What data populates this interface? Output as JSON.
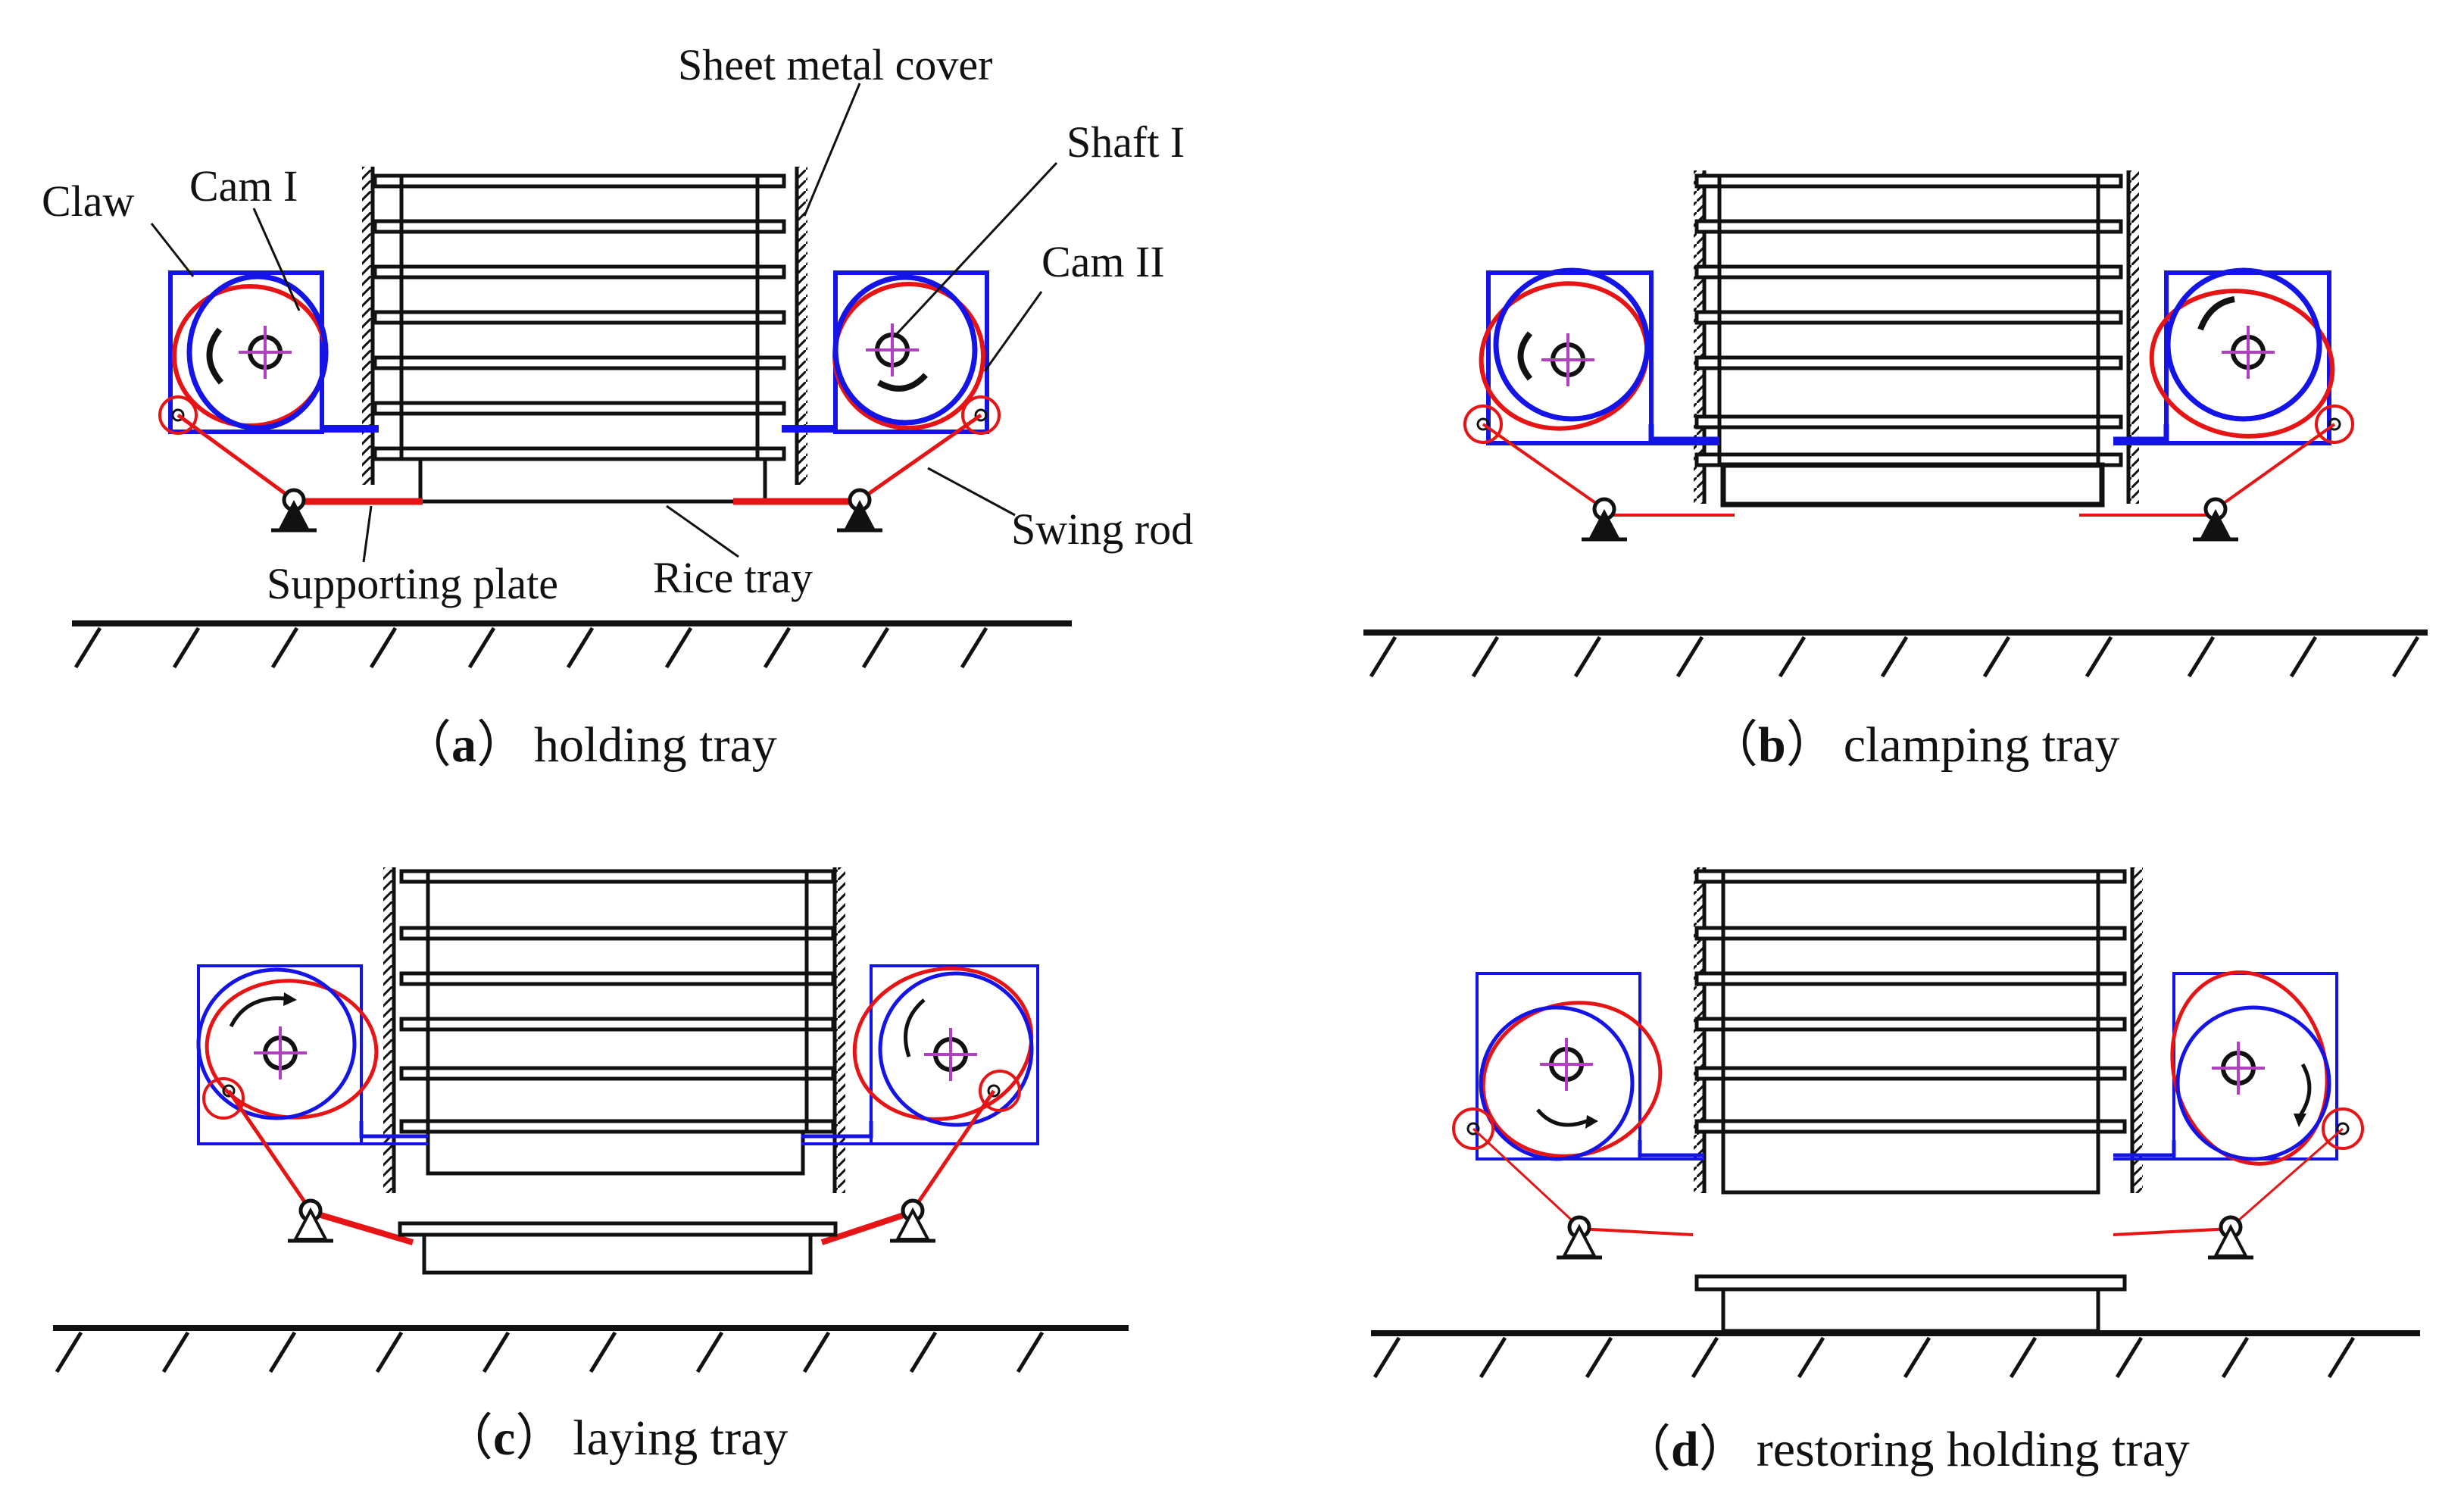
{
  "colors": {
    "ink": "#111111",
    "claw": "#1414e6",
    "cam": "#e61414",
    "center_mark": "#b040c0"
  },
  "labels": {
    "sheet_metal_cover": "Sheet metal cover",
    "shaft_i": "Shaft I",
    "claw": "Claw",
    "cam_i": "Cam I",
    "cam_ii": "Cam II",
    "swing_rod": "Swing rod",
    "supporting_plate": "Supporting plate",
    "rice_tray": "Rice tray"
  },
  "captions": {
    "a": {
      "open": "（",
      "letter": "a",
      "close": "）",
      "text": "holding tray"
    },
    "b": {
      "open": "（",
      "letter": "b",
      "close": "）",
      "text": "clamping tray"
    },
    "c": {
      "open": "（",
      "letter": "c",
      "close": "）",
      "text": "laying tray"
    },
    "d": {
      "open": "（",
      "letter": "d",
      "close": "）",
      "text": "restoring holding tray"
    }
  }
}
